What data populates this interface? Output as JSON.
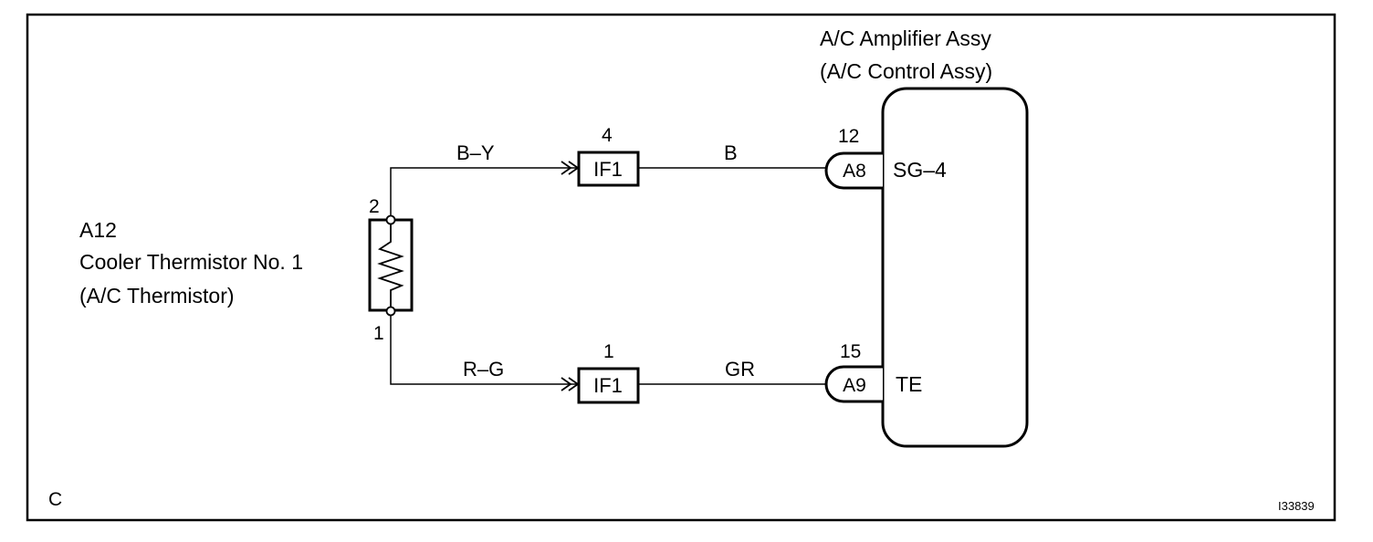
{
  "diagram": {
    "amplifier": {
      "name": "A/C Amplifier Assy",
      "alt_name": "(A/C Control Assy)",
      "pins": [
        {
          "connector": "A8",
          "pin_number": "12",
          "signal": "SG–4"
        },
        {
          "connector": "A9",
          "pin_number": "15",
          "signal": "TE"
        }
      ]
    },
    "thermistor": {
      "code": "A12",
      "name": "Cooler Thermistor No. 1",
      "alt_name": "(A/C Thermistor)",
      "pin_top": "2",
      "pin_bottom": "1"
    },
    "wires": [
      {
        "from_color": "B–Y",
        "junction": "IF1",
        "junction_pin": "4",
        "to_color": "B"
      },
      {
        "from_color": "R–G",
        "junction": "IF1",
        "junction_pin": "1",
        "to_color": "GR"
      }
    ],
    "corner_label": "C",
    "figure_id": "I33839"
  }
}
